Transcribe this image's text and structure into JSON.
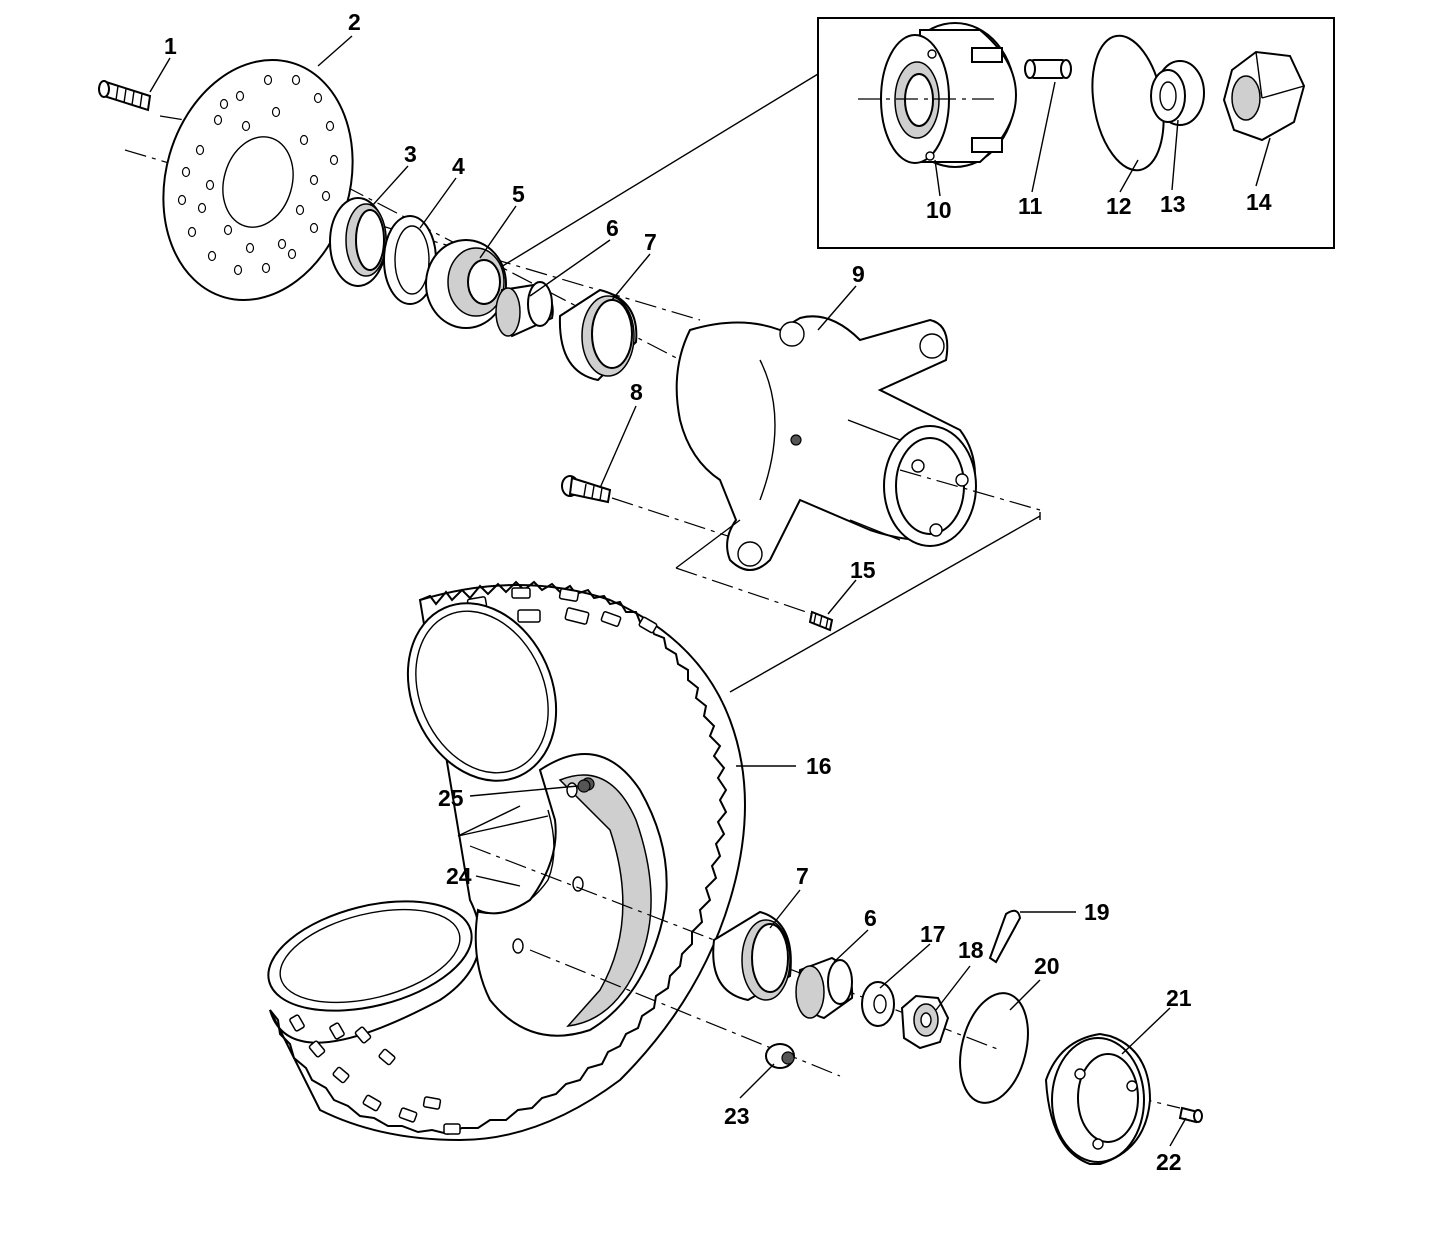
{
  "callouts": {
    "c1": "1",
    "c2": "2",
    "c3": "3",
    "c4": "4",
    "c5": "5",
    "c6a": "6",
    "c7a": "7",
    "c8": "8",
    "c9": "9",
    "c10": "10",
    "c11": "11",
    "c12": "12",
    "c13": "13",
    "c14": "14",
    "c15": "15",
    "c16": "16",
    "c6b": "6",
    "c7b": "7",
    "c17": "17",
    "c18": "18",
    "c19": "19",
    "c20": "20",
    "c21": "21",
    "c22": "22",
    "c23": "23",
    "c24": "24",
    "c25": "25"
  }
}
